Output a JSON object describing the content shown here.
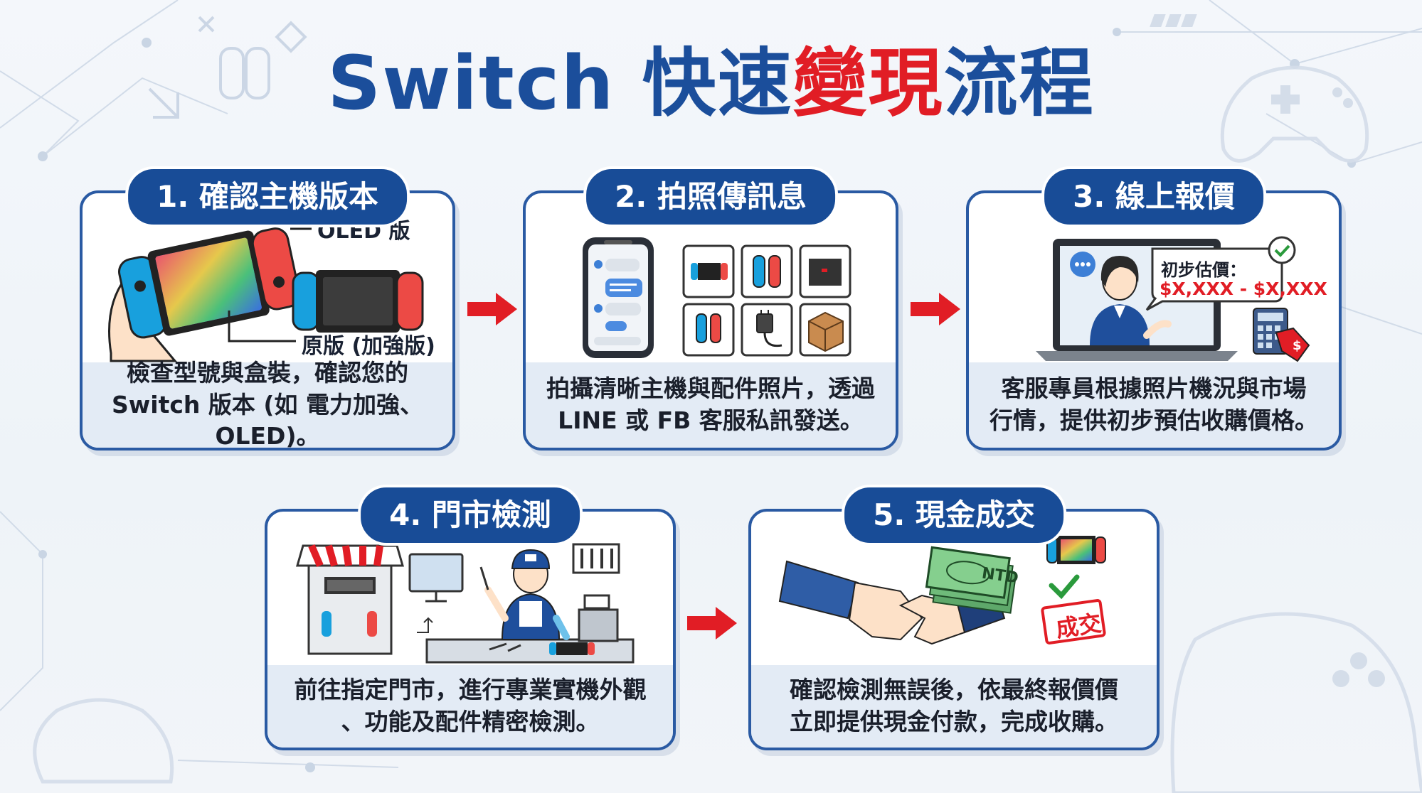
{
  "title": {
    "part1": "Switch 快速",
    "part2": "變現",
    "part3": "流程"
  },
  "colors": {
    "primary_blue": "#184c97",
    "accent_red": "#e11d25",
    "desc_bg": "#e3ebf5"
  },
  "steps": [
    {
      "label": "1. 確認主機版本",
      "callouts": {
        "oled": "OLED 版",
        "original": "原版 (加強版)"
      },
      "desc_lines": [
        "檢查型號與盒裝，確認您的",
        "Switch 版本 (如 電力加強、OLED)。"
      ]
    },
    {
      "label": "2. 拍照傳訊息",
      "desc_lines": [
        "拍攝清晰主機與配件照片，透過",
        "LINE 或 FB 客服私訊發送。"
      ]
    },
    {
      "label": "3. 線上報價",
      "quote": {
        "caption": "初步估價：",
        "price": "$X,XXX - $X,XXX"
      },
      "desc_lines": [
        "客服專員根據照片機況與市場",
        "行情，提供初步預估收購價格。"
      ]
    },
    {
      "label": "4. 門市檢測",
      "desc_lines": [
        "前往指定門市，進行專業實機外觀",
        "、功能及配件精密檢測。"
      ]
    },
    {
      "label": "5. 現金成交",
      "cash": {
        "bill": "NTD",
        "deal_stamp": "成交"
      },
      "desc_lines": [
        "確認檢測無誤後，依最終報價價",
        "立即提供現金付款，完成收購。"
      ]
    }
  ]
}
